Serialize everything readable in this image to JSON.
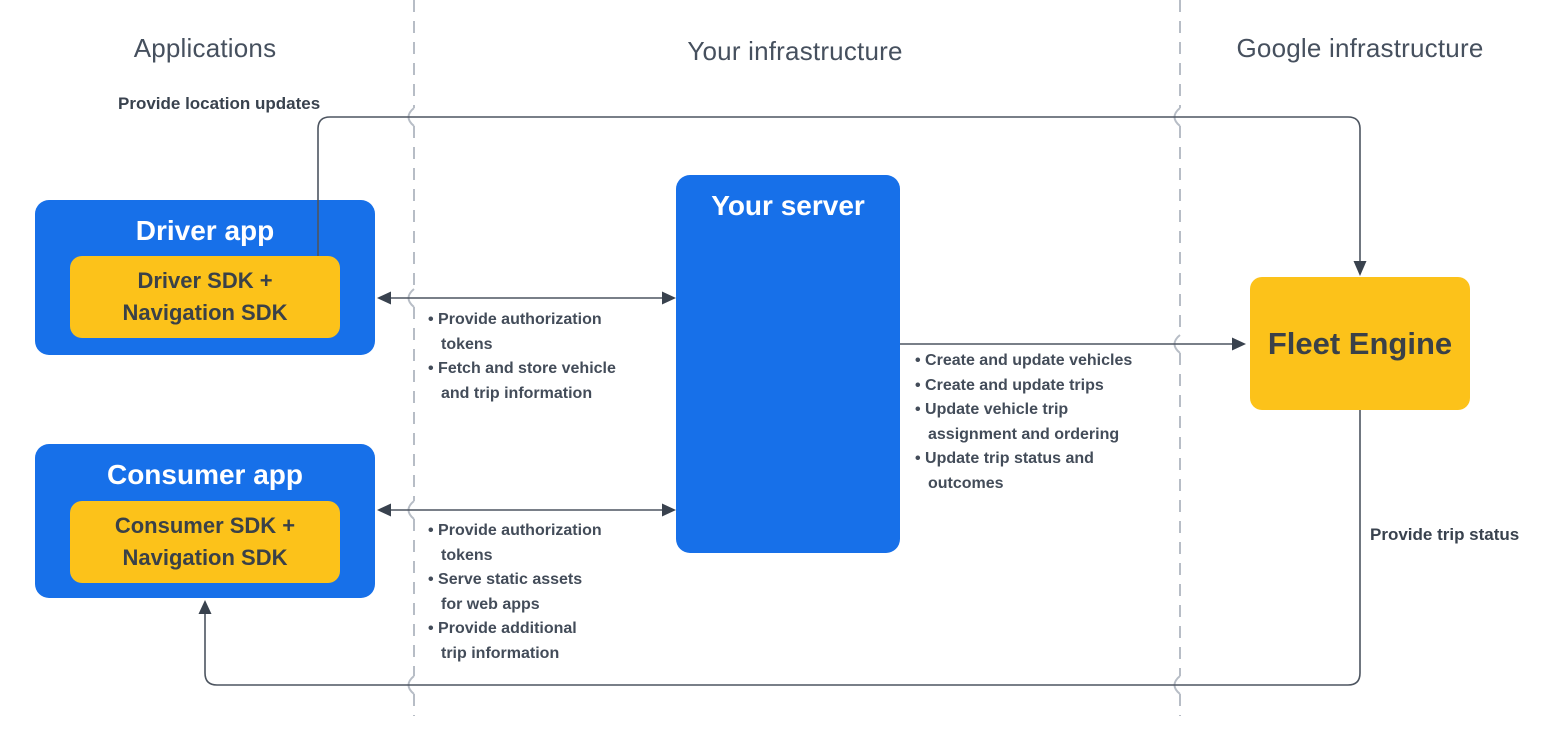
{
  "columns": [
    {
      "label": "Applications"
    },
    {
      "label": "Your infrastructure"
    },
    {
      "label": "Google infrastructure"
    }
  ],
  "nodes": {
    "driver_app": {
      "title": "Driver app",
      "sdk": "Driver SDK +\nNavigation SDK"
    },
    "consumer_app": {
      "title": "Consumer app",
      "sdk": "Consumer SDK +\nNavigation SDK"
    },
    "your_server": {
      "title": "Your server"
    },
    "fleet_engine": {
      "title": "Fleet Engine"
    }
  },
  "edges": {
    "location_updates": {
      "label": "Provide location updates"
    },
    "trip_status": {
      "label": "Provide trip status"
    },
    "driver_server": {
      "items": [
        "• Provide authorization\ntokens",
        "• Fetch and store vehicle\nand trip information"
      ]
    },
    "consumer_server": {
      "items": [
        "• Provide authorization\ntokens",
        "• Serve static assets\nfor web apps",
        "• Provide additional\ntrip information"
      ]
    },
    "server_fleet": {
      "items": [
        "• Create and update vehicles",
        "• Create and update trips",
        "• Update vehicle trip\nassignment and ordering",
        "• Update trip status and\noutcomes"
      ]
    }
  },
  "colors": {
    "node_blue": "#1770e9",
    "node_yellow": "#fcc21a",
    "line": "#4d5560",
    "dashed_divider": "#b7bdc6",
    "dark_text": "#3a4148",
    "header_text": "#46505e"
  }
}
